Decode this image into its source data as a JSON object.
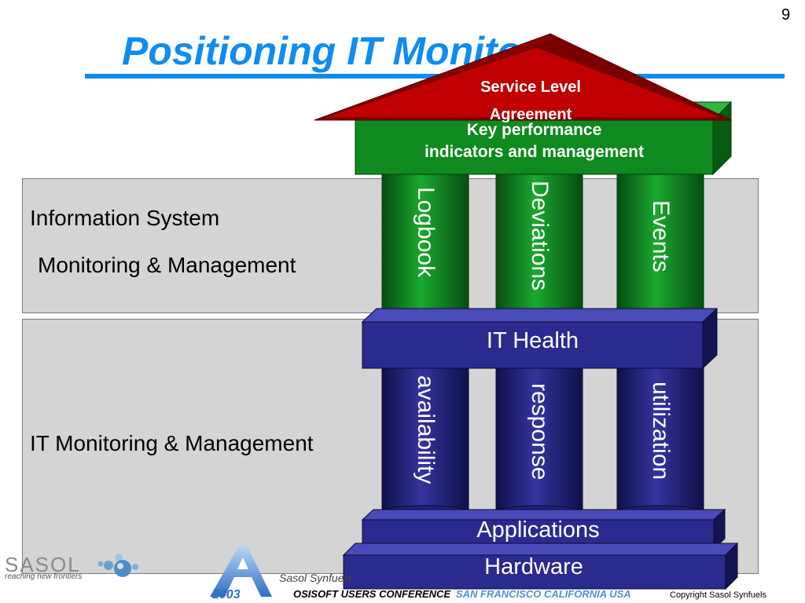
{
  "slide": {
    "number": "9",
    "title": "Positioning IT Monitor"
  },
  "panels": {
    "information_system": "Information System",
    "monitoring_management": "Monitoring & Management",
    "it_monitoring": "IT Monitoring & Management"
  },
  "temple": {
    "roof_line1": "Service Level",
    "roof_line2": "Agreement",
    "kpi_line1": "Key performance",
    "kpi_line2": "indicators and management",
    "upper_pillars": [
      "Logbook",
      "Deviations",
      "Events"
    ],
    "middle_beam": "IT Health",
    "lower_pillars": [
      "availability",
      "response",
      "utilization"
    ],
    "applications": "Applications",
    "hardware": "Hardware"
  },
  "footer": {
    "logo_text": "SASOL",
    "tagline": "reaching new frontiers",
    "presenter": "Sasol Synfuels",
    "conference": "OSISOFT USERS CONFERENCE",
    "location": "SAN FRANCISCO CALIFORNIA USA",
    "conference_year": "2003",
    "copyright": "Copyright Sasol Synfuels"
  },
  "colors": {
    "title": "#0f8cf0",
    "roof": "#c00000",
    "kpi": "#0e8a1e",
    "upper_pillars": "#0e8a1e",
    "blue_beams": "#2a2a8f",
    "panel": "#d4d4d4"
  }
}
